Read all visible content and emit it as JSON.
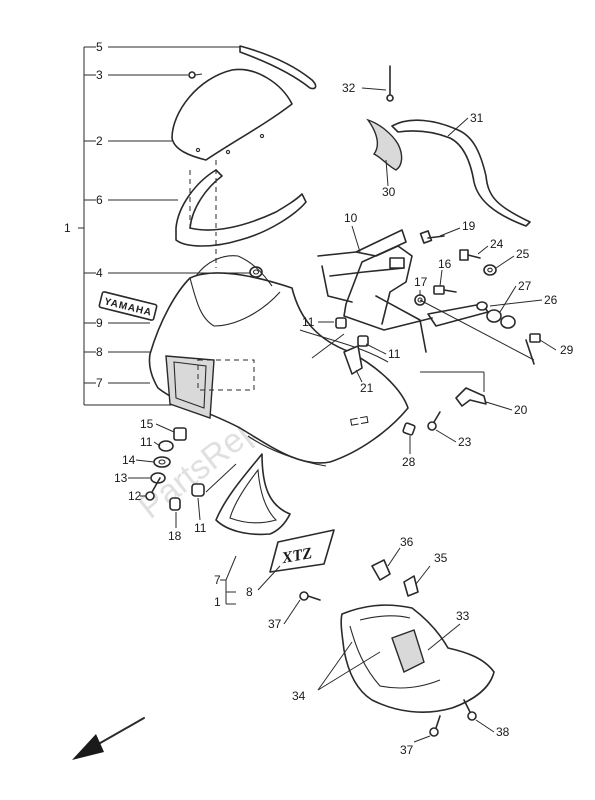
{
  "diagram": {
    "callouts": {
      "c1": "1",
      "c1b": "1",
      "c2": "2",
      "c3": "3",
      "c4": "4",
      "c5": "5",
      "c6": "6",
      "c7": "7",
      "c7b": "7",
      "c8": "8",
      "c8b": "8",
      "c9": "9",
      "c10": "10",
      "c11a": "11",
      "c11b": "11",
      "c11c": "11",
      "c11d": "11",
      "c12": "12",
      "c13": "13",
      "c14": "14",
      "c15": "15",
      "c16": "16",
      "c17": "17",
      "c18": "18",
      "c19": "19",
      "c20": "20",
      "c21": "21",
      "c23": "23",
      "c24": "24",
      "c25": "25",
      "c26": "26",
      "c27": "27",
      "c28": "28",
      "c29": "29",
      "c30": "30",
      "c31": "31",
      "c32": "32",
      "c33": "33",
      "c34": "34",
      "c35": "35",
      "c36": "36",
      "c37a": "37",
      "c37b": "37",
      "c38": "38"
    },
    "emblem_text": "YAMAHA",
    "model_text": "XTZ",
    "watermark": "PartsRepublik"
  }
}
